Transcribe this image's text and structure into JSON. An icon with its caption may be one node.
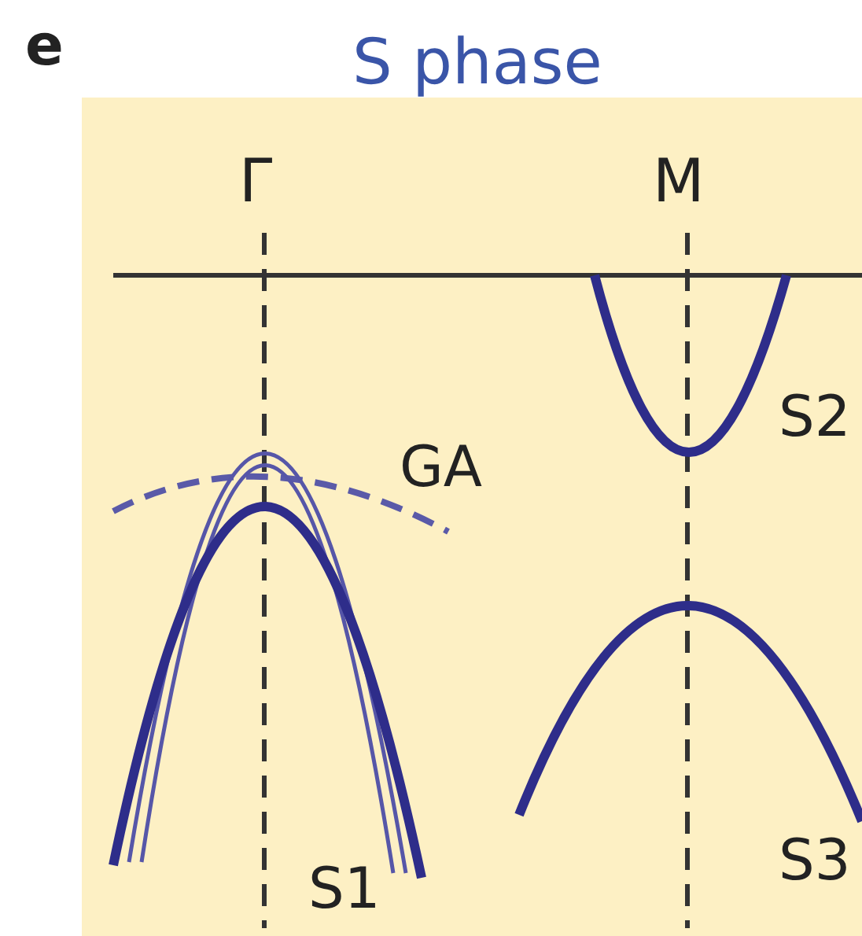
{
  "diagram": {
    "title": "S phase",
    "labels": [
      "e",
      "Γ",
      "M",
      "S2",
      "GA",
      "S1",
      "S3"
    ]
  }
}
